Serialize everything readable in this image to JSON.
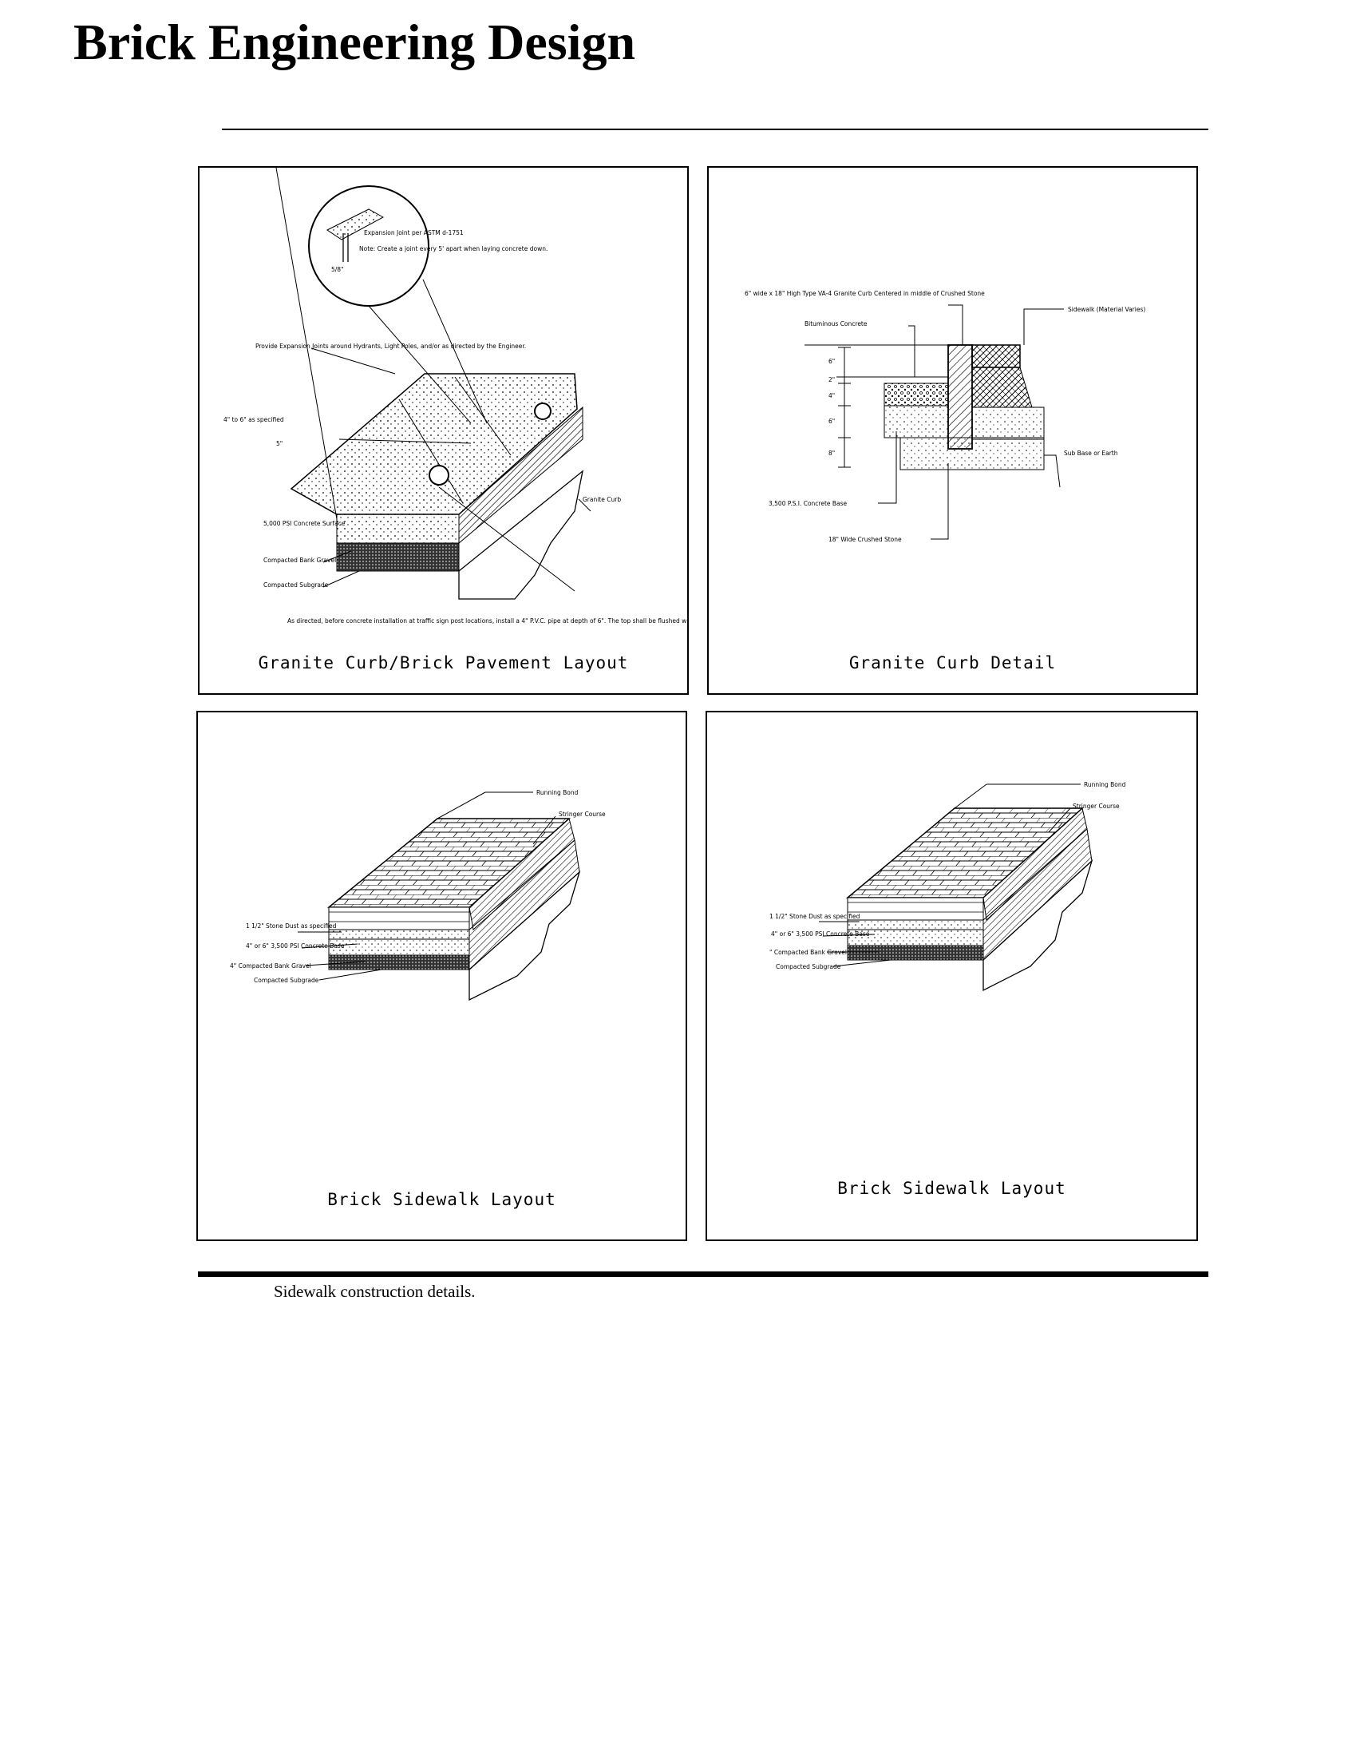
{
  "document": {
    "title": "Brick Engineering Design",
    "figure_caption": "Sidewalk construction details."
  },
  "panels": [
    {
      "caption": "Granite Curb/Brick Pavement Layout",
      "callouts": {
        "expansion_joint": "Expansion Joint per ASTM d-1751",
        "note": "Note: Create a joint every 5' apart when laying concrete down.",
        "dim_joint": "5/8\"",
        "provide_joints": "Provide Expansion Joints around Hydrants, Light Poles, and/or as directed by the Engineer.",
        "thickness": "4\" to 6\" as specified",
        "dim_5": "5\"",
        "concrete_surface": "5,000 PSI Concrete Surface",
        "bank_gravel": "Compacted Bank Gravel",
        "subgrade": "Compacted Subgrade",
        "granite_curb": "Granite Curb",
        "pvc_note": "As directed, before concrete installation at traffic sign post locations, install a 4\" P.V.C. pipe at depth of 6\". The top shall be flushed with the proposed finished grade of Sidewalk. Fill the inside of the P.V.C. with gravel to the top to prevent Concrete from getting in."
      }
    },
    {
      "caption": "Granite Curb Detail",
      "callouts": {
        "curb_spec": "6\" wide x 18\" High Type VA-4 Granite Curb Centered in middle of Crushed Stone",
        "bituminous": "Bituminous Concrete",
        "sidewalk": "Sidewalk (Material Varies)",
        "sub_base": "Sub Base or Earth",
        "concrete_base": "3,500 P.S.I. Concrete Base",
        "crushed_stone": "18\" Wide Crushed Stone",
        "dims": [
          "6\"",
          "2\"",
          "4\"",
          "6\"",
          "8\""
        ]
      }
    },
    {
      "caption": "Brick Sidewalk Layout",
      "callouts": {
        "running_bond": "Running Bond",
        "stringer_course": "Stringer Course",
        "stone_dust": "1 1/2\" Stone Dust as specified",
        "concrete_base": "4\" or 6\" 3,500 PSI Concrete Base",
        "bank_gravel": "4\" Compacted Bank Gravel",
        "subgrade": "Compacted Subgrade"
      }
    },
    {
      "caption": "Brick Sidewalk Layout",
      "callouts": {
        "running_bond": "Running Bond",
        "stringer_course": "Stringer Course",
        "stone_dust": "1 1/2\" Stone Dust as specified",
        "concrete_base": "4\" or 6\" 3,500 PSI Concrete Base",
        "bank_gravel": "\" Compacted Bank Gravel",
        "subgrade": "Compacted Subgrade"
      }
    }
  ]
}
